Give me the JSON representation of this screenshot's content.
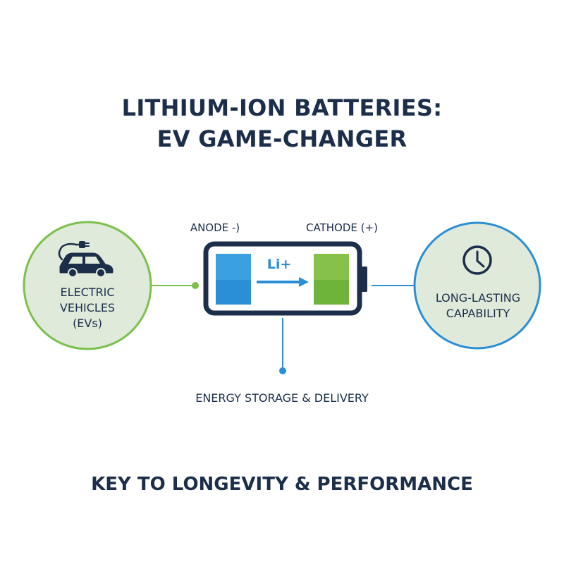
{
  "title": {
    "line1": "LITHIUM-ION BATTERIES:",
    "line2": "EV GAME-CHANGER"
  },
  "battery": {
    "anode_label": "ANODE -)",
    "cathode_label": "CATHODE (+)",
    "ion_label": "Li+"
  },
  "left_node": {
    "line1": "ELECTRIC",
    "line2": "VEHICLES",
    "line3": "(EVs)",
    "icon": "electric-car-icon"
  },
  "right_node": {
    "line1": "LONG-LASTING",
    "line2": "CAPABILITY",
    "icon": "clock-icon"
  },
  "bottom_node": {
    "label": "ENERGY STORAGE & DELIVERY"
  },
  "footer": {
    "text": "KEY TO LONGEVITY & PERFORMANCE"
  },
  "colors": {
    "navy": "#1c2e4a",
    "green": "#7cc04b",
    "blue": "#2a8fd4",
    "circle_fill": "#dfeadb"
  }
}
